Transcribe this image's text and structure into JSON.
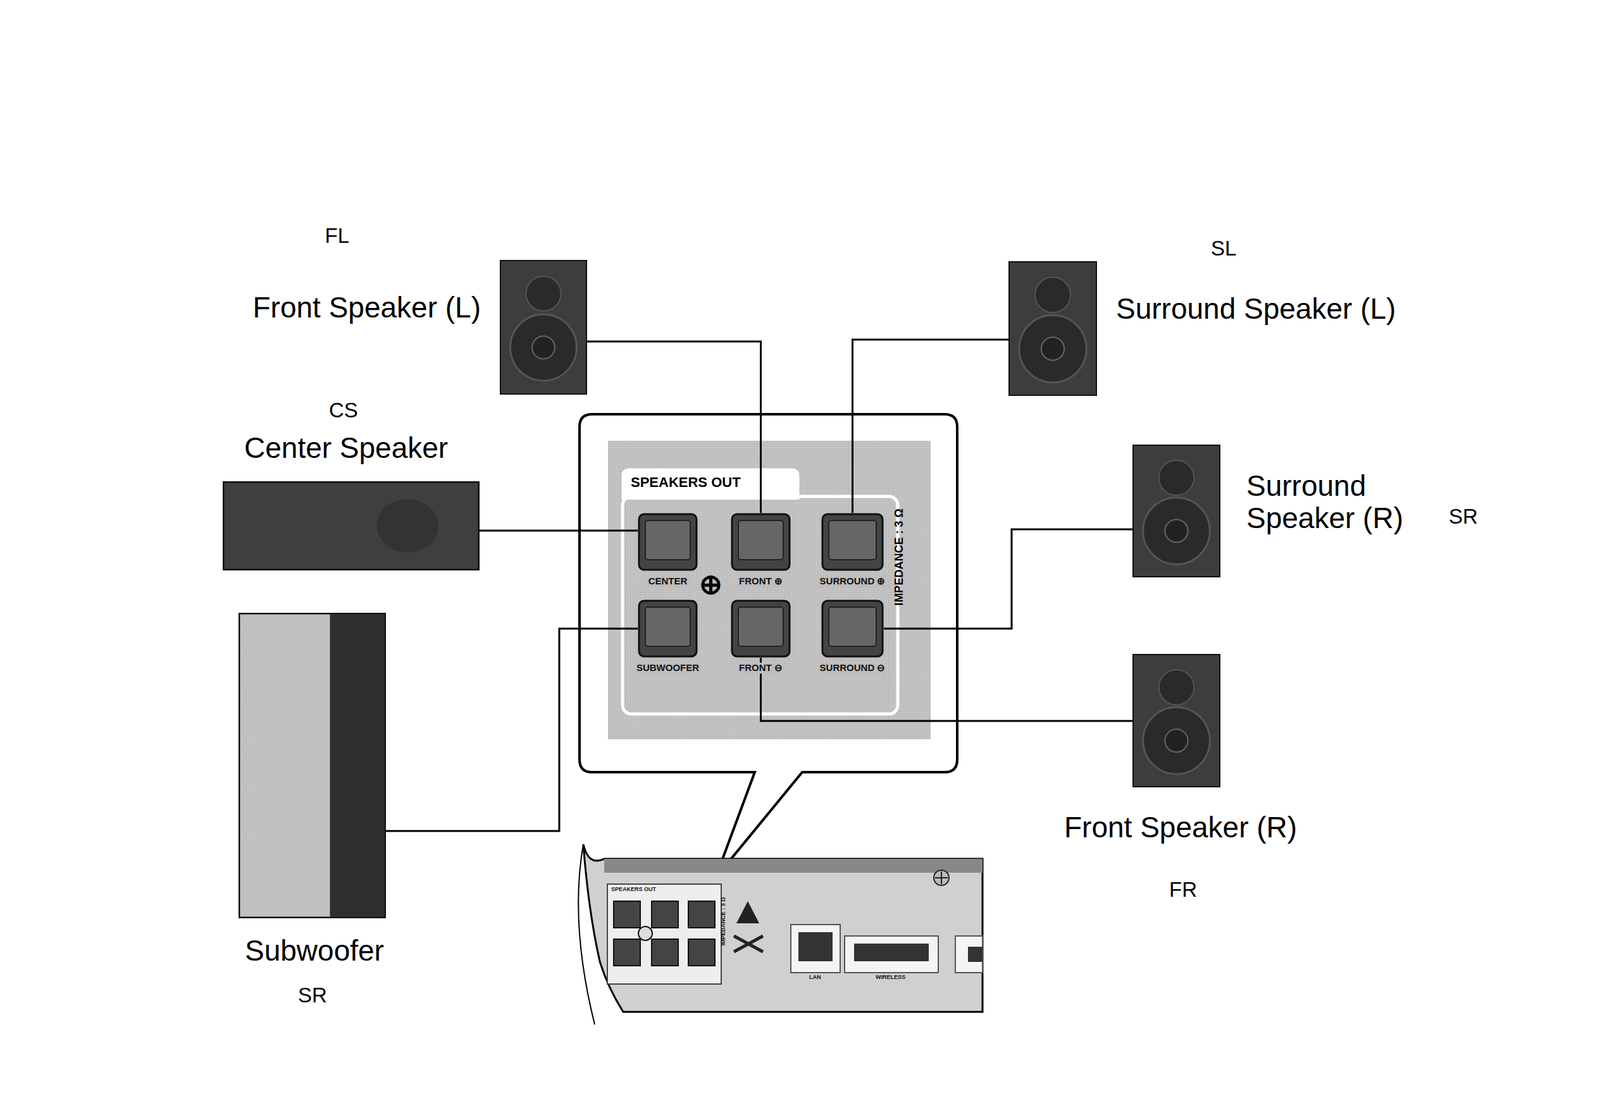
{
  "diagram": {
    "nodes": [
      {
        "text": [
          "FL",
          "Front Speaker (L)"
        ]
      },
      {
        "text": [
          "SL",
          "Surround Speaker (L)"
        ]
      },
      {
        "text": [
          "CS",
          "Center Speaker"
        ]
      },
      {
        "text": [
          "Surround Speaker (R)",
          "SR"
        ]
      },
      {
        "text": [
          "Subwoofer",
          "SR"
        ]
      },
      {
        "text": [
          "Front Speaker (R)",
          "FR"
        ]
      },
      {
        "text": [
          "SPEAKERS OUT",
          "IMPEDANCE : 3 Ω"
        ]
      },
      {
        "text": [
          "CENTER"
        ],
        "in": 6
      },
      {
        "text": [
          "FRONT ⊕"
        ],
        "in": 6
      },
      {
        "text": [
          "SURROUND ⊕"
        ],
        "in": 6
      },
      {
        "text": [
          "SUBWOOFER"
        ],
        "in": 6
      },
      {
        "text": [
          "FRONT ⊖"
        ],
        "in": 6
      },
      {
        "text": [
          "SURROUND ⊖"
        ],
        "in": 6
      }
    ],
    "edges": [
      {
        "from": 0,
        "to": 8,
        "arrow": "none"
      },
      {
        "from": 1,
        "to": 9,
        "arrow": "none"
      },
      {
        "from": 2,
        "to": 7,
        "arrow": "none"
      },
      {
        "from": 3,
        "to": 12,
        "arrow": "none"
      },
      {
        "from": 4,
        "to": 10,
        "arrow": "none"
      },
      {
        "from": 5,
        "to": 11,
        "arrow": "none"
      }
    ],
    "labels": [
      "⊕",
      "SPEAKERS OUT",
      "IMPEDANCE : 3 Ω",
      "LAN",
      "WIRELESS"
    ]
  }
}
